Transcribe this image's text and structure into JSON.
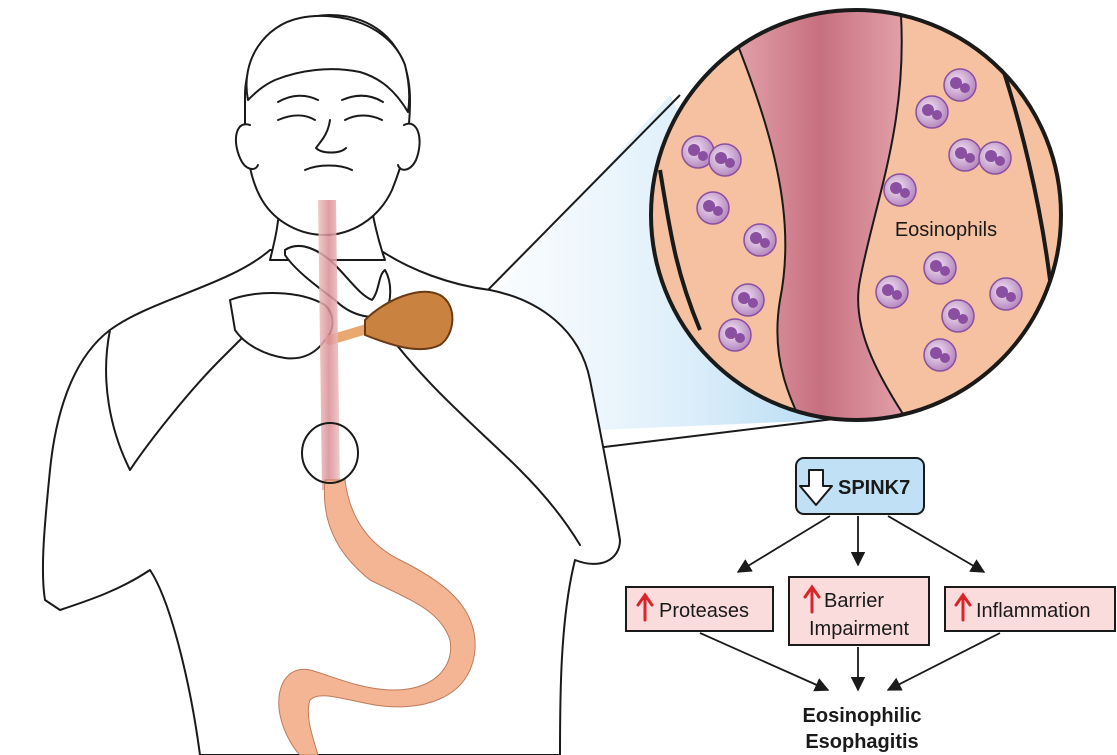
{
  "zoom_label": "Eosinophils",
  "root_node": {
    "label": "SPINK7",
    "direction": "down"
  },
  "effects": [
    {
      "lines": [
        "Proteases"
      ],
      "direction": "up"
    },
    {
      "lines": [
        "Barrier",
        "Impairment"
      ],
      "direction": "up"
    },
    {
      "lines": [
        "Inflammation"
      ],
      "direction": "up"
    }
  ],
  "outcome": {
    "lines": [
      "Eosinophilic",
      "Esophagitis"
    ]
  },
  "colors": {
    "skin": "#f7c9a6",
    "lumen": "#c8707f",
    "cell": "#b98bc0",
    "nucleus": "#8a4fa0",
    "spink_box": "#bfe0f5",
    "effect_box": "#fbdcdc",
    "up_arrow": "#d9252a",
    "stomach": "#f4b594"
  }
}
